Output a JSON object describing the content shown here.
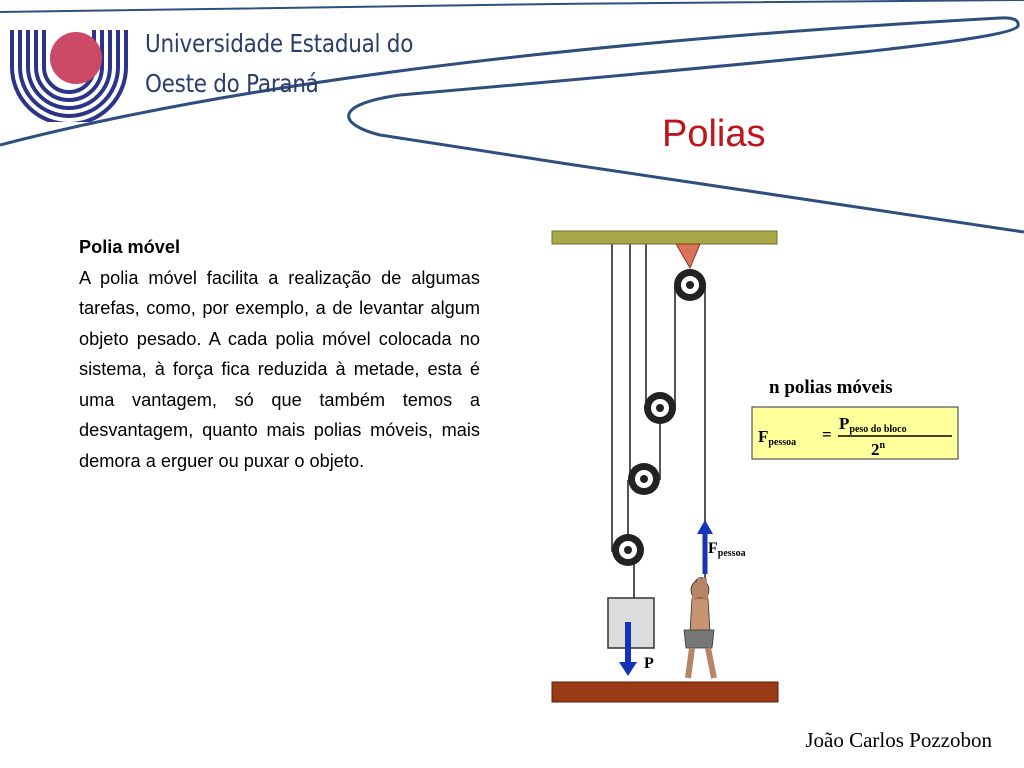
{
  "header": {
    "university_line1": "Universidade Estadual do",
    "university_line2": "Oeste do Paraná"
  },
  "slide": {
    "title": "Polias"
  },
  "content": {
    "heading": "Polia móvel",
    "paragraph": "A polia móvel facilita a realização de algumas tarefas, como, por exemplo, a de levantar algum objeto pesado. A cada polia móvel colocada no sistema, à força fica reduzida à metade, esta é uma vantagem, só que também temos a desvantagem, quanto mais polias móveis, mais demora a erguer ou puxar o objeto."
  },
  "figure": {
    "formula_title": "n polias móveis",
    "formula_lhs_main": "F",
    "formula_lhs_sub": "pessoa",
    "formula_equals": "=",
    "formula_num_main": "P",
    "formula_num_sub": "peso do bloco",
    "formula_den_main": "2",
    "formula_den_sup": "n",
    "force_main": "F",
    "force_sub": "pessoa",
    "weight_label": "P"
  },
  "footer": {
    "author": "João Carlos Pozzobon"
  },
  "colors": {
    "title_red": "#c0141c",
    "curve_blue": "#2e4f7e",
    "logo_navy": "#2d3487",
    "logo_pink": "#cc4a66",
    "ceiling_olive": "#a8a848",
    "floor_brown": "#9a3a16",
    "formula_yellow": "#ffff9c",
    "arrow_blue": "#1433b8"
  }
}
